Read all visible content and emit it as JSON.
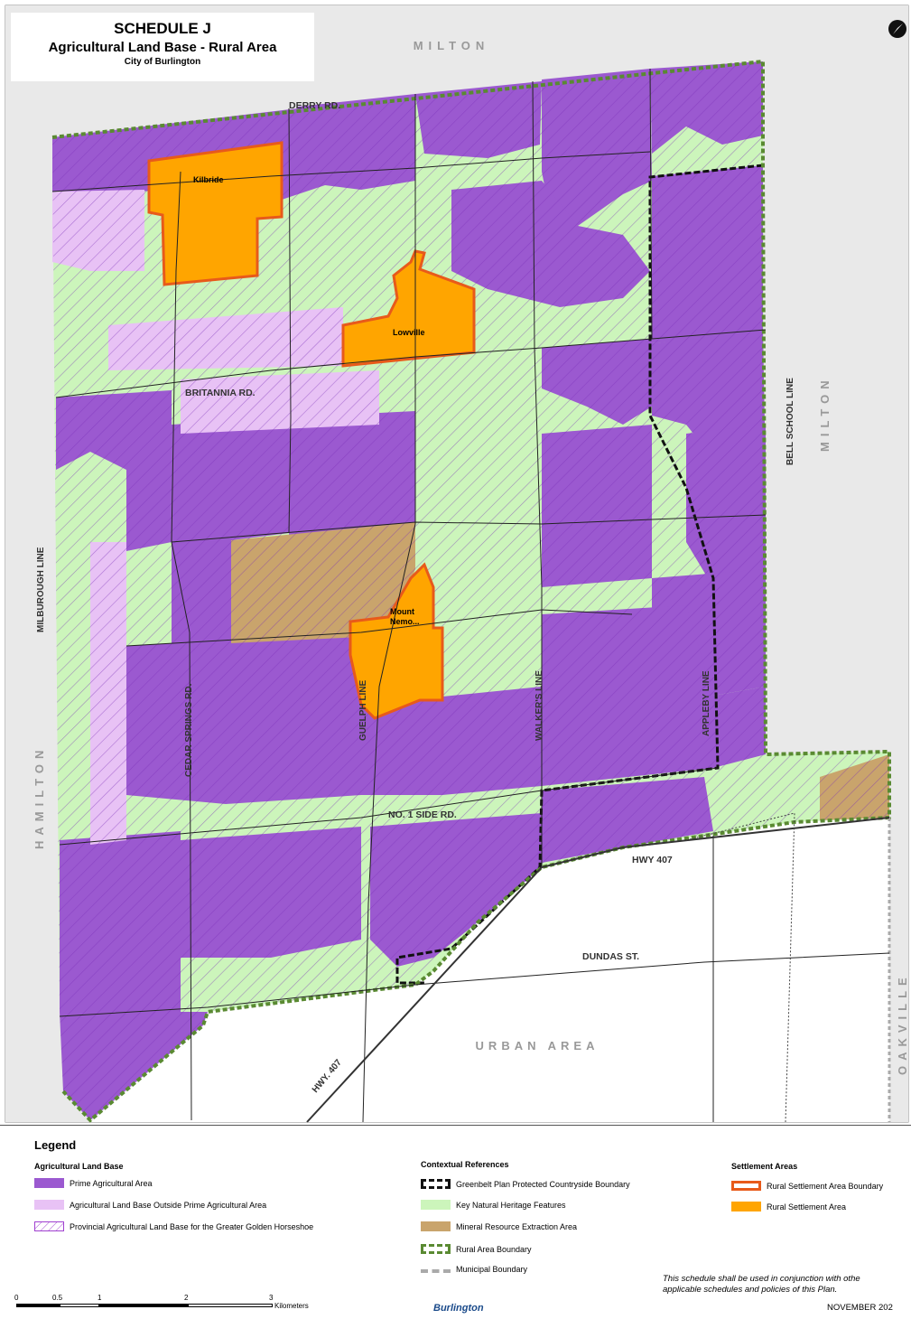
{
  "title": {
    "main": "SCHEDULE J",
    "sub": "Agricultural Land Base - Rural Area",
    "city": "City of Burlington"
  },
  "map_labels": {
    "milton_top": "MILTON",
    "milton_right": "MILTON",
    "hamilton": "HAMILTON",
    "oakville": "OAKVILLE",
    "urban_area": "URBAN AREA",
    "derry_rd": "DERRY RD.",
    "britannia_rd": "BRITANNIA RD.",
    "no1_side_rd": "NO. 1 SIDE RD.",
    "dundas_st": "DUNDAS ST.",
    "hwy407_right": "HWY 407",
    "hwy407_left": "HWY. 407",
    "milburough_line": "MILBUROUGH LINE",
    "cedar_springs_rd": "CEDAR SPRINGS RD.",
    "guelph_line": "GUELPH LINE",
    "walkers_line": "WALKER'S LINE",
    "appleby_line": "APPLEBY LINE",
    "bell_school_line": "BELL SCHOOL LINE",
    "kilbride": "Kilbride",
    "lowville": "Lowville",
    "mount_nemo_1": "Mount",
    "mount_nemo_2": "Nemo..."
  },
  "colors": {
    "prime": "#9b59d0",
    "outside_prime": "#e8c2f5",
    "natural": "#ccf5bb",
    "mineral": "#c9a46c",
    "settlement": "#ffa500",
    "settlement_boundary": "#e85a1a",
    "rural_boundary": "#5a8a32",
    "greenbelt": "#111111",
    "municipal": "#aaaaaa"
  },
  "legend": {
    "title": "Legend",
    "groups": {
      "agricultural": "Agricultural Land Base",
      "contextual": "Contextual References",
      "settlement": "Settlement Areas"
    },
    "items": {
      "prime": "Prime Agricultural Area",
      "outside_prime": "Agricultural Land Base Outside Prime Agricultural Area",
      "provincial": "Provincial Agricultural Land Base for the Greater Golden Horseshoe",
      "greenbelt": "Greenbelt Plan Protected Countryside Boundary",
      "natural": "Key Natural Heritage Features",
      "mineral": "Mineral Resource Extraction Area",
      "rural_boundary": "Rural Area Boundary",
      "municipal": "Municipal Boundary",
      "settlement_boundary": "Rural Settlement Area Boundary",
      "settlement_area": "Rural Settlement Area"
    },
    "scale": {
      "ticks": [
        "0",
        "0.5",
        "1",
        "2",
        "3"
      ],
      "unit": "Kilometers"
    },
    "note_line1": "This schedule shall be used in conjunction with othe",
    "note_line2": "applicable schedules and policies of this Plan.",
    "date": "NOVEMBER 202",
    "logo": "Burlington"
  }
}
